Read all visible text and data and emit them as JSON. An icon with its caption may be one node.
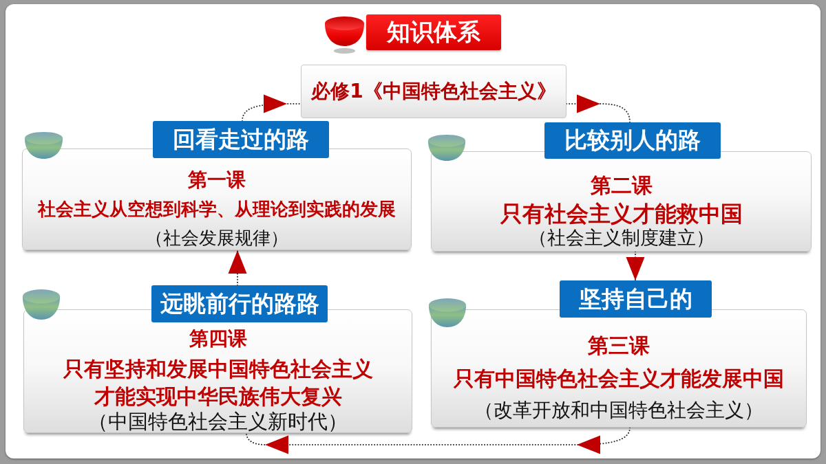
{
  "diagram": {
    "title": "知识体系",
    "nodes": [
      {
        "text": [
          "必修1《中国特色社会主义》"
        ]
      },
      {
        "text": [
          "回看走过的路"
        ]
      },
      {
        "text": [
          "第一课",
          "社会主义从空想到科学、从理论到实践的发展",
          "（社会发展规律）"
        ]
      },
      {
        "text": [
          "比较别人的路"
        ]
      },
      {
        "text": [
          "第二课",
          "只有社会主义才能救中国",
          "（社会主义制度建立）"
        ]
      },
      {
        "text": [
          "坚持自己的"
        ]
      },
      {
        "text": [
          "第三课",
          "只有中国特色社会主义才能发展中国",
          "（改革开放和中国特色社会主义）"
        ]
      },
      {
        "text": [
          "远眺前行的路路"
        ]
      },
      {
        "text": [
          "第四课",
          "只有坚持和发展中国特色社会主义才能实现中华民族伟大复兴",
          "（中国特色社会主义新时代）"
        ]
      }
    ],
    "edges": [
      {
        "from": 1,
        "to": 0,
        "arrow": "to"
      },
      {
        "from": 0,
        "to": 3,
        "arrow": "to"
      },
      {
        "from": 4,
        "to": 5,
        "arrow": "to"
      },
      {
        "from": 6,
        "to": 8,
        "arrow": "to"
      },
      {
        "from": 7,
        "to": 2,
        "arrow": "to"
      }
    ]
  }
}
